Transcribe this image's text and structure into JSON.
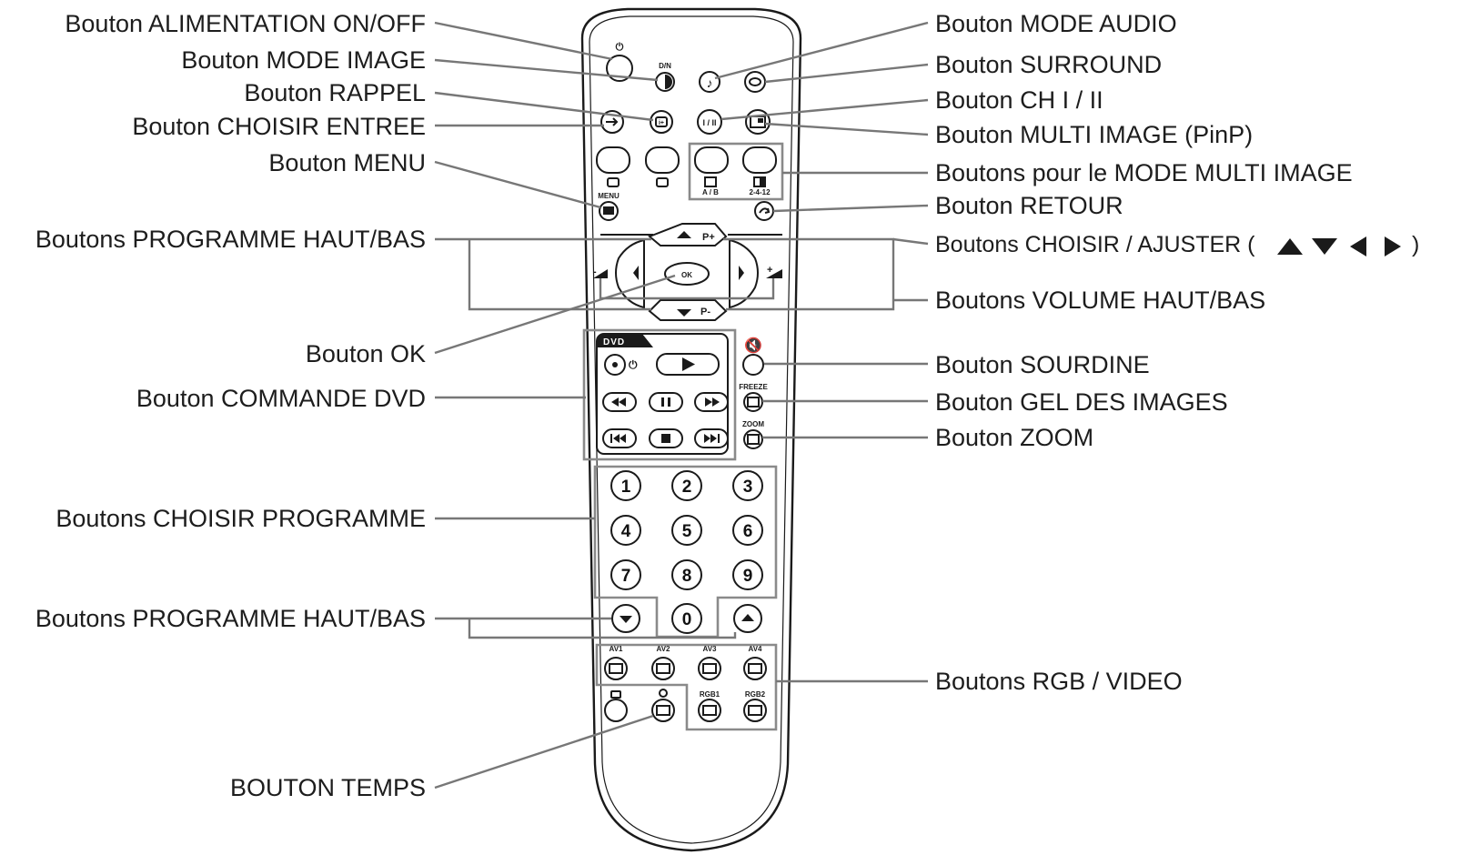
{
  "labels_left": {
    "power": "Bouton ALIMENTATION ON/OFF",
    "picture_mode": "Bouton MODE IMAGE",
    "recall": "Bouton RAPPEL",
    "input_select": "Bouton CHOISIR ENTREE",
    "menu": "Bouton MENU",
    "program_up_down_top": "Boutons PROGRAMME HAUT/BAS",
    "ok": "Bouton OK",
    "dvd_control": "Bouton COMMANDE DVD",
    "program_select": "Boutons CHOISIR PROGRAMME",
    "program_up_down_bottom": "Boutons PROGRAMME HAUT/BAS",
    "timer": "BOUTON TEMPS"
  },
  "labels_right": {
    "audio_mode": "Bouton MODE AUDIO",
    "surround": "Bouton SURROUND",
    "ch_1_2": "Bouton CH I / II",
    "multi_picture": "Bouton MULTI IMAGE (PinP)",
    "multi_picture_mode": "Boutons pour le MODE MULTI IMAGE",
    "return": "Bouton RETOUR",
    "select_adjust": "Boutons CHOISIR / AJUSTER (",
    "select_adjust_close": ")",
    "volume": "Boutons VOLUME HAUT/BAS",
    "mute": "Bouton SOURDINE",
    "freeze": "Bouton GEL DES IMAGES",
    "zoom": "Bouton ZOOM",
    "rgb_video": "Boutons RGB / VIDEO"
  },
  "remote": {
    "dn": "D/N",
    "ch_key": "I / II",
    "ab": "A / B",
    "split": "2-4-12",
    "menu": "MENU",
    "p_plus": "P+",
    "p_minus": "P-",
    "ok": "OK",
    "vol_minus": "-",
    "vol_plus": "+",
    "dvd": "DVD",
    "freeze": "FREEZE",
    "zoom": "ZOOM",
    "digits": [
      "1",
      "2",
      "3",
      "4",
      "5",
      "6",
      "7",
      "8",
      "9",
      "0"
    ],
    "av_labels": [
      "AV1",
      "AV2",
      "AV3",
      "AV4"
    ],
    "rgb_labels": [
      "RGB1",
      "RGB2"
    ]
  }
}
